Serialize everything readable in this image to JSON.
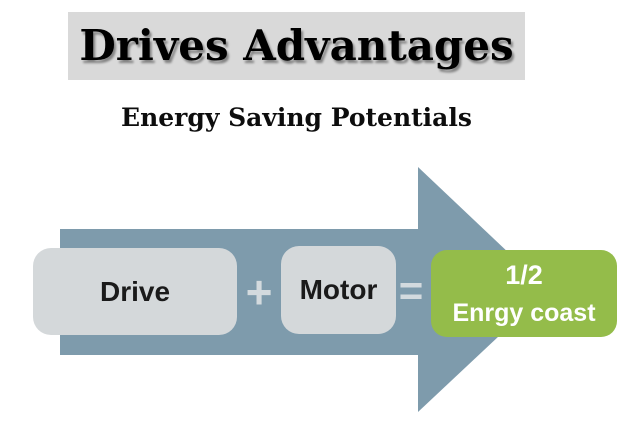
{
  "header": {
    "title": "Drives Advantages",
    "subtitle": "Energy Saving Potentials"
  },
  "diagram": {
    "drive_label": "Drive",
    "plus_symbol": "+",
    "motor_label": "Motor",
    "equals_symbol": "=",
    "result_line1": "1/2",
    "result_line2": "Enrgy coast"
  },
  "colors": {
    "slide_bg": "#FFFFFF",
    "title_highlight": "#D9D9D9",
    "arrow": "#7E9BAC",
    "box_gray": "#D4D8DA",
    "result_green": "#94BC4A",
    "result_text": "#FFFFFF",
    "operator_gray": "#D3DADE",
    "label_text": "#1A1A1A"
  }
}
